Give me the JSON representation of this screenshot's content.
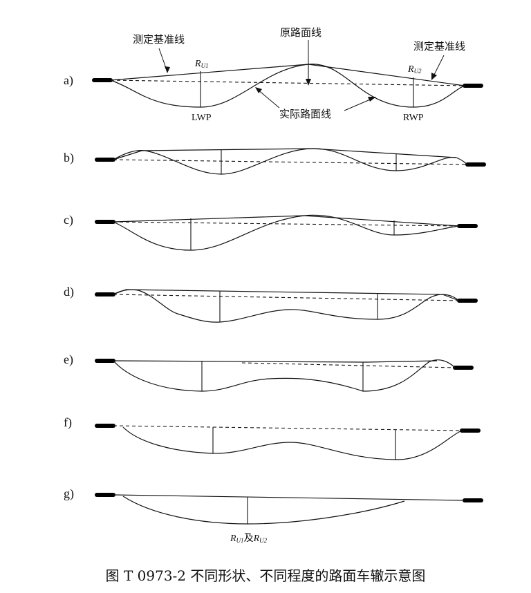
{
  "rows": [
    {
      "id": "a",
      "label": "a)"
    },
    {
      "id": "b",
      "label": "b)"
    },
    {
      "id": "c",
      "label": "c)"
    },
    {
      "id": "d",
      "label": "d)"
    },
    {
      "id": "e",
      "label": "e)"
    },
    {
      "id": "f",
      "label": "f)"
    },
    {
      "id": "g",
      "label": "g)"
    }
  ],
  "annotations": {
    "ref_line_left": "测定基准线",
    "ref_line_right": "测定基准线",
    "original_surface": "原路面线",
    "actual_surface": "实际路面线",
    "ru1_main": "R",
    "ru1_sub": "U1",
    "ru2_main": "R",
    "ru2_sub": "U2",
    "lwp": "LWP",
    "rwp": "RWP",
    "g_r1_main": "R",
    "g_r1_sub": "U1",
    "g_and": "及",
    "g_r2_main": "R",
    "g_r2_sub": "U2"
  },
  "caption": "图 T 0973-2 不同形状、不同程度的路面车辙示意图"
}
